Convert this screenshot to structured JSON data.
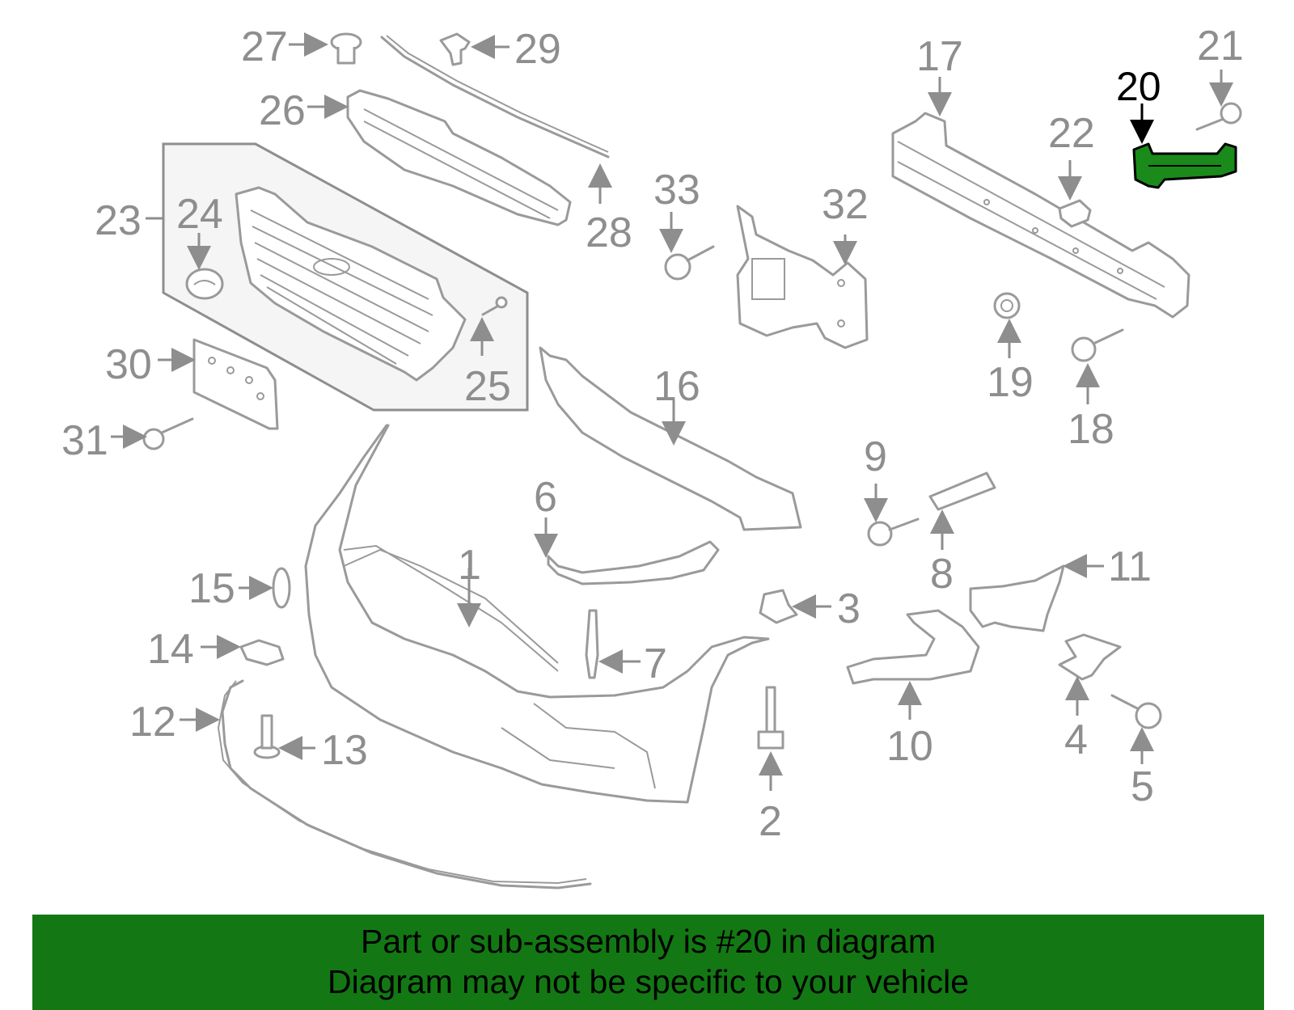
{
  "callouts": {
    "n1": "1",
    "n2": "2",
    "n3": "3",
    "n4": "4",
    "n5": "5",
    "n6": "6",
    "n7": "7",
    "n8": "8",
    "n9": "9",
    "n10": "10",
    "n11": "11",
    "n12": "12",
    "n13": "13",
    "n14": "14",
    "n15": "15",
    "n16": "16",
    "n17": "17",
    "n18": "18",
    "n19": "19",
    "n20": "20",
    "n21": "21",
    "n22": "22",
    "n23": "23",
    "n24": "24",
    "n25": "25",
    "n26": "26",
    "n27": "27",
    "n28": "28",
    "n29": "29",
    "n30": "30",
    "n31": "31",
    "n32": "32",
    "n33": "33"
  },
  "highlight": {
    "part_number": "20",
    "color": "#1a8a1a"
  },
  "banner": {
    "line1": "Part or sub-assembly is #20 in diagram",
    "line2": "Diagram may not be specific to your vehicle",
    "background": "#137813"
  }
}
